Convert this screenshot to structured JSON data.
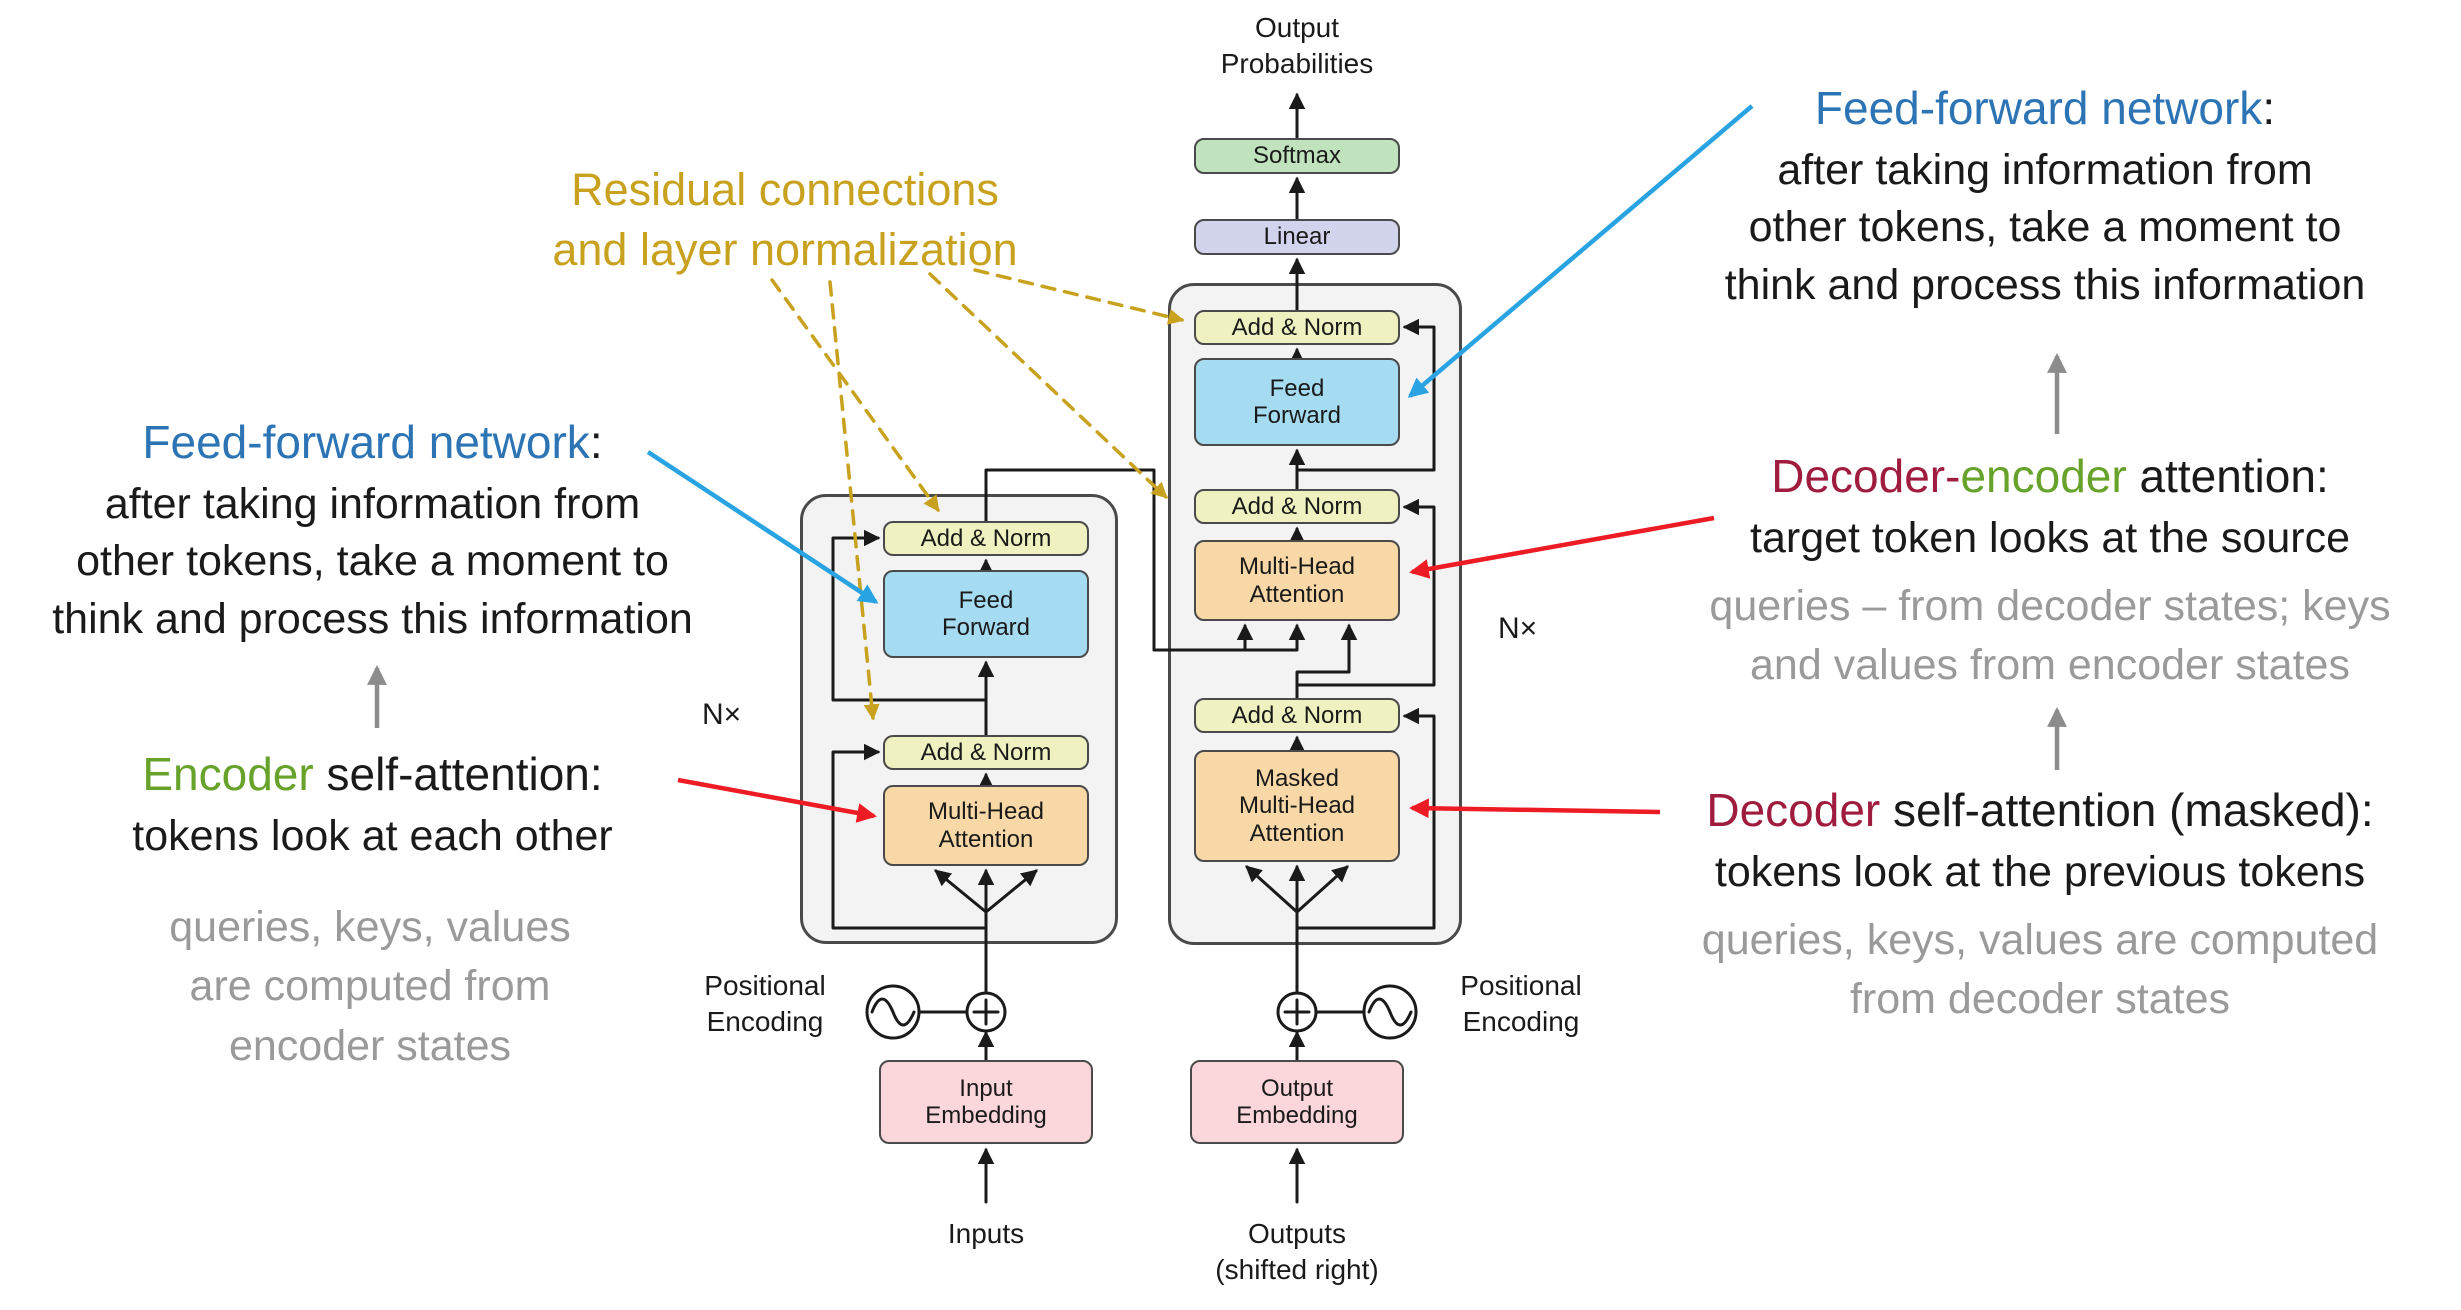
{
  "colors": {
    "gold": "#c8a21f",
    "blue_heading": "#2d74b5",
    "blue_arrow": "#29a3e2",
    "green": "#67a22a",
    "crimson": "#a01c3f",
    "red_arrow": "#ed1c24",
    "gray_text": "#9a9a9a",
    "gray_arrow": "#8c8c8c",
    "box_add_norm": "#eff2c0",
    "box_feed_forward": "#a5dcf2",
    "box_attention": "#f8d8a6",
    "box_embedding": "#fbd6da",
    "box_linear": "#d2d3ec",
    "box_softmax": "#c0e3bd"
  },
  "diagram": {
    "output_probabilities": "Output\nProbabilities",
    "inputs": "Inputs",
    "outputs": "Outputs\n(shifted right)",
    "positional_encoding": "Positional\nEncoding",
    "n_times": "N×",
    "blocks": {
      "add_norm": "Add & Norm",
      "feed_forward": "Feed\nForward",
      "multi_head_attention": "Multi-Head\nAttention",
      "masked_multi_head_attention": "Masked\nMulti-Head\nAttention",
      "input_embedding": "Input\nEmbedding",
      "output_embedding": "Output\nEmbedding",
      "linear": "Linear",
      "softmax": "Softmax"
    }
  },
  "annotations": {
    "residual": "Residual connections\nand layer normalization",
    "ff_left": {
      "heading": "Feed-forward network",
      "colon": ":",
      "body": "after taking information from\nother tokens, take a moment to\nthink and process this information"
    },
    "ff_right": {
      "heading": "Feed-forward network",
      "colon": ":",
      "body": "after taking information from\nother tokens, take a moment to\nthink and process this information"
    },
    "encoder_self": {
      "word": "Encoder",
      "rest": " self-attention:",
      "body": "tokens look at each other",
      "note": "queries, keys, values\nare computed from\nencoder states"
    },
    "decoder_encoder": {
      "word1": "Decoder",
      "hyphen": "-",
      "word2": "encoder",
      "rest": " attention:",
      "body": "target token looks at the source",
      "note": "queries – from decoder states; keys\nand values from encoder states"
    },
    "decoder_self": {
      "word": "Decoder",
      "rest": " self-attention (masked):",
      "body": "tokens look at the previous tokens",
      "note": "queries, keys, values are computed\nfrom decoder states"
    }
  }
}
